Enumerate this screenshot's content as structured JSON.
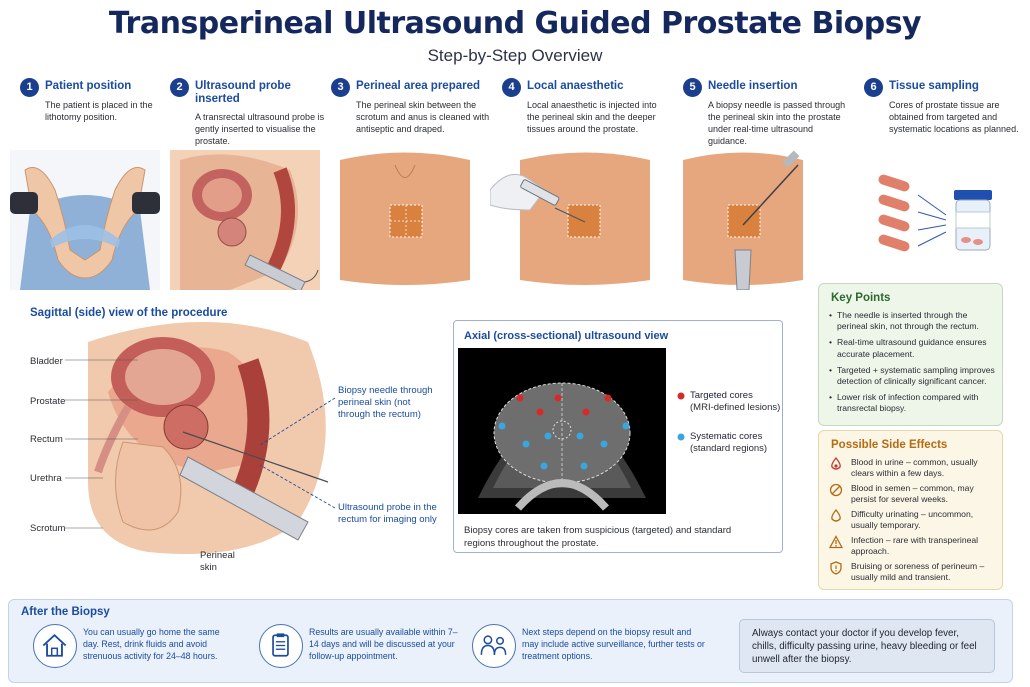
{
  "header": {
    "title": "Transperineal Ultrasound Guided Prostate Biopsy",
    "subtitle": "Step-by-Step Overview"
  },
  "steps": [
    {
      "num": "1",
      "title": "Patient position",
      "desc": "The patient is placed in the lithotomy position."
    },
    {
      "num": "2",
      "title": "Ultrasound probe inserted",
      "desc": "A transrectal ultrasound probe is gently inserted to visualise the prostate."
    },
    {
      "num": "3",
      "title": "Perineal area prepared",
      "desc": "The perineal skin between the scrotum and anus is cleaned with antiseptic and draped."
    },
    {
      "num": "4",
      "title": "Local anaesthetic",
      "desc": "Local anaesthetic is injected into the perineal skin and the deeper tissues around the prostate."
    },
    {
      "num": "5",
      "title": "Needle insertion",
      "desc": "A biopsy needle is passed through the perineal skin into the prostate under real-time ultrasound guidance."
    },
    {
      "num": "6",
      "title": "Tissue sampling",
      "desc": "Cores of prostate tissue are obtained from targeted and systematic locations as planned."
    }
  ],
  "sagittal": {
    "title": "Sagittal (side) view of the procedure",
    "labels": {
      "bladder": "Bladder",
      "prostate": "Prostate",
      "rectum": "Rectum",
      "urethra": "Urethra",
      "scrotum": "Scrotum",
      "perineal_skin": "Perineal skin"
    },
    "callouts": {
      "needle": "Biopsy needle through perineal skin (not through the rectum)",
      "probe": "Ultrasound probe in the rectum for imaging only"
    }
  },
  "axial": {
    "title": "Axial (cross-sectional) ultrasound view",
    "legend": [
      {
        "label": "Targeted cores",
        "sub": "(MRI-defined lesions)",
        "color": "#d62a2a"
      },
      {
        "label": "Systematic cores",
        "sub": "(standard regions)",
        "color": "#3aa6dd"
      }
    ],
    "caption": "Biopsy cores are taken from suspicious (targeted) and standard regions throughout the prostate."
  },
  "key_points": {
    "title": "Key Points",
    "items": [
      "The needle is inserted through the perineal skin, not through the rectum.",
      "Real-time ultrasound guidance ensures accurate placement.",
      "Targeted + systematic sampling improves detection of clinically significant cancer.",
      "Lower risk of infection compared with transrectal biopsy."
    ]
  },
  "side_effects": {
    "title": "Possible Side Effects",
    "items": [
      {
        "icon": "blood-drop-icon",
        "text": "Blood in urine – common, usually clears within a few days."
      },
      {
        "icon": "no-sign-icon",
        "text": "Blood in semen – common, may persist for several weeks."
      },
      {
        "icon": "water-drop-icon",
        "text": "Difficulty urinating – uncommon, usually temporary."
      },
      {
        "icon": "warning-icon",
        "text": "Infection – rare with transperineal approach."
      },
      {
        "icon": "shield-icon",
        "text": "Bruising or soreness of perineum – usually mild and transient."
      }
    ]
  },
  "after": {
    "title": "After the Biopsy",
    "items": [
      {
        "icon": "home-icon",
        "text": "You can usually go home the same day. Rest, drink fluids and avoid strenuous activity for 24–48 hours."
      },
      {
        "icon": "clipboard-icon",
        "text": "Results are usually available within 7–14 days and will be discussed at your follow-up appointment."
      },
      {
        "icon": "doctor-patient-icon",
        "text": "Next steps depend on the biopsy result and may include active surveillance, further tests or treatment options."
      }
    ],
    "contact": "Always contact your doctor if you develop fever, chills, difficulty passing urine, heavy bleeding or feel unwell after the biopsy."
  },
  "colors": {
    "title": "#15285e",
    "accent": "#1b4ca0",
    "key_points_bg": "#eef5e9",
    "side_effects_bg": "#fbf6e6",
    "after_bg": "#eaf1fa",
    "skin": "#e0a57a",
    "tissue": "#c96f67"
  }
}
